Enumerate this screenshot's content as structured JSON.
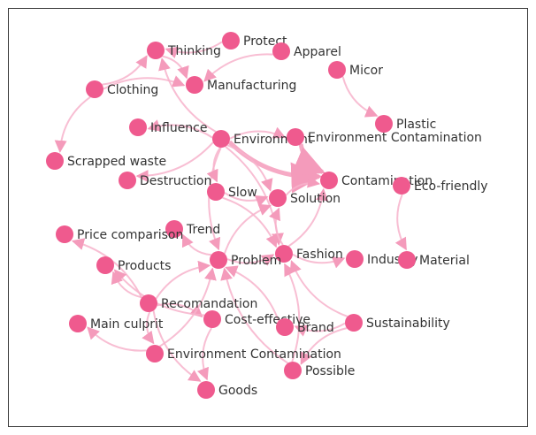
{
  "colors": {
    "node": "#ef5a8e",
    "edge": "#f7b3cb",
    "edge_strong": "#f49bbb",
    "label": "#333333"
  },
  "nodes": [
    {
      "id": "thinking",
      "label": "Thinking"
    },
    {
      "id": "protect",
      "label": "Protect"
    },
    {
      "id": "apparel",
      "label": "Apparel"
    },
    {
      "id": "micor",
      "label": "Micor"
    },
    {
      "id": "clothing",
      "label": "Clothing"
    },
    {
      "id": "manufacturing",
      "label": "Manufacturing"
    },
    {
      "id": "plastic",
      "label": "Plastic"
    },
    {
      "id": "influence",
      "label": "Influence"
    },
    {
      "id": "environment",
      "label": "Environment"
    },
    {
      "id": "env_contamination_top",
      "label": "Environment Contamination"
    },
    {
      "id": "scrapped_waste",
      "label": "Scrapped waste"
    },
    {
      "id": "destruction",
      "label": "Destruction"
    },
    {
      "id": "slow",
      "label": "Slow"
    },
    {
      "id": "contamination",
      "label": "Contamination"
    },
    {
      "id": "eco_friendly",
      "label": "Eco-friendly"
    },
    {
      "id": "solution",
      "label": "Solution"
    },
    {
      "id": "trend",
      "label": "Trend"
    },
    {
      "id": "price_comparison",
      "label": "Price comparison"
    },
    {
      "id": "fashion",
      "label": "Fashion"
    },
    {
      "id": "industry",
      "label": "Industry"
    },
    {
      "id": "material",
      "label": "Material"
    },
    {
      "id": "products",
      "label": "Products"
    },
    {
      "id": "problem",
      "label": "Problem"
    },
    {
      "id": "recomandation",
      "label": "Recomandation"
    },
    {
      "id": "main_culprit",
      "label": "Main culprit"
    },
    {
      "id": "cost_effective",
      "label": "Cost-effective"
    },
    {
      "id": "brand",
      "label": "Brand"
    },
    {
      "id": "sustainability",
      "label": "Sustainability"
    },
    {
      "id": "env_contamination_bottom",
      "label": "Environment Contamination"
    },
    {
      "id": "possible",
      "label": "Possible"
    },
    {
      "id": "goods",
      "label": "Goods"
    }
  ],
  "edges": [
    {
      "source": "clothing",
      "target": "thinking"
    },
    {
      "source": "clothing",
      "target": "manufacturing"
    },
    {
      "source": "clothing",
      "target": "scrapped_waste"
    },
    {
      "source": "thinking",
      "target": "manufacturing"
    },
    {
      "source": "apparel",
      "target": "manufacturing"
    },
    {
      "source": "protect",
      "target": "thinking"
    },
    {
      "source": "micor",
      "target": "plastic"
    },
    {
      "source": "environment",
      "target": "thinking"
    },
    {
      "source": "environment",
      "target": "contamination",
      "strong": true
    },
    {
      "source": "environment",
      "target": "env_contamination_top"
    },
    {
      "source": "environment",
      "target": "influence"
    },
    {
      "source": "environment",
      "target": "destruction"
    },
    {
      "source": "environment",
      "target": "problem"
    },
    {
      "source": "environment",
      "target": "solution"
    },
    {
      "source": "environment",
      "target": "slow"
    },
    {
      "source": "environment",
      "target": "fashion"
    },
    {
      "source": "env_contamination_top",
      "target": "contamination",
      "strong": true
    },
    {
      "source": "solution",
      "target": "contamination"
    },
    {
      "source": "eco_friendly",
      "target": "material"
    },
    {
      "source": "slow",
      "target": "fashion"
    },
    {
      "source": "slow",
      "target": "solution"
    },
    {
      "source": "problem",
      "target": "solution"
    },
    {
      "source": "problem",
      "target": "fashion"
    },
    {
      "source": "problem",
      "target": "trend"
    },
    {
      "source": "fashion",
      "target": "industry"
    },
    {
      "source": "fashion",
      "target": "solution"
    },
    {
      "source": "fashion",
      "target": "contamination"
    },
    {
      "source": "recomandation",
      "target": "products"
    },
    {
      "source": "recomandation",
      "target": "price_comparison"
    },
    {
      "source": "recomandation",
      "target": "problem"
    },
    {
      "source": "recomandation",
      "target": "goods"
    },
    {
      "source": "recomandation",
      "target": "cost_effective"
    },
    {
      "source": "recomandation",
      "target": "env_contamination_bottom"
    },
    {
      "source": "cost_effective",
      "target": "products"
    },
    {
      "source": "cost_effective",
      "target": "goods"
    },
    {
      "source": "env_contamination_bottom",
      "target": "main_culprit"
    },
    {
      "source": "env_contamination_bottom",
      "target": "problem"
    },
    {
      "source": "sustainability",
      "target": "fashion"
    },
    {
      "source": "sustainability",
      "target": "possible"
    },
    {
      "source": "sustainability",
      "target": "brand"
    },
    {
      "source": "brand",
      "target": "problem"
    },
    {
      "source": "possible",
      "target": "problem"
    },
    {
      "source": "possible",
      "target": "fashion"
    }
  ]
}
